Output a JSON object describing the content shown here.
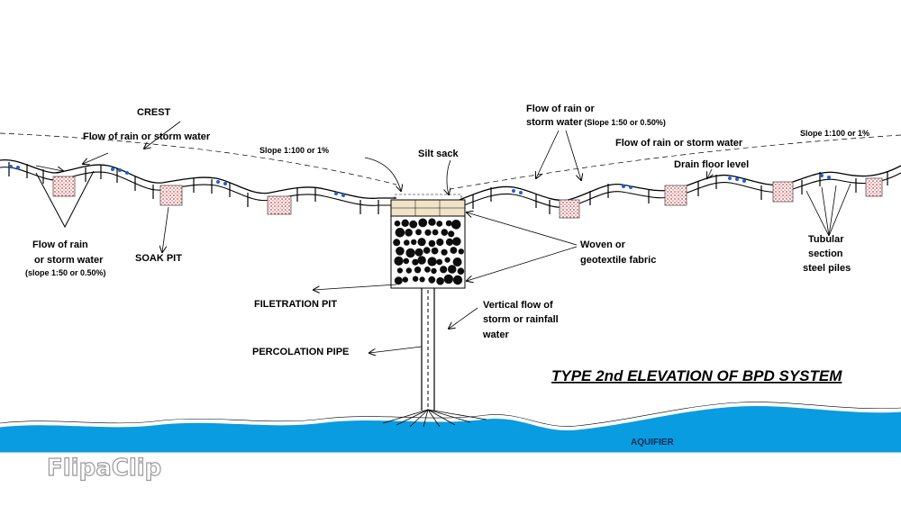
{
  "title": "TYPE 2nd ELEVATION OF BPD SYSTEM",
  "watermark": "FlipaClip",
  "labels": {
    "crest": "CREST",
    "flow_left_top": "Flow of rain or storm water",
    "slope_left": "Slope 1:100 or 1%",
    "silt_sack": "Silt sack",
    "flow_right_a": "Flow of rain or",
    "flow_right_b": "storm water",
    "flow_right_slope": "(Slope 1:50 or 0.50%)",
    "flow_right_top": "Flow of rain or storm water",
    "slope_right": "Slope 1:100 or 1%",
    "drain_floor": "Drain floor level",
    "flow_left_bottom_a": "Flow of rain",
    "flow_left_bottom_b": "or storm water",
    "flow_left_bottom_slope": "(slope 1:50 or 0.50%)",
    "soak_pit": "SOAK PIT",
    "woven_a": "Woven or",
    "woven_b": "geotextile fabric",
    "tubular_a": "Tubular",
    "tubular_b": "section",
    "tubular_c": "steel piles",
    "filtration_pit": "FILETRATION PIT",
    "vertical_a": "Vertical flow of",
    "vertical_b": "storm or rainfall",
    "vertical_c": "water",
    "percolation_pipe": "PERCOLATION PIPE",
    "aquifier": "AQUIFIER"
  },
  "colors": {
    "aquifer": "#0a9ce0",
    "soak_pit": "#e26a6a",
    "water_dots": "#1f5fd6",
    "filter_cap": "#f0e3c8"
  }
}
